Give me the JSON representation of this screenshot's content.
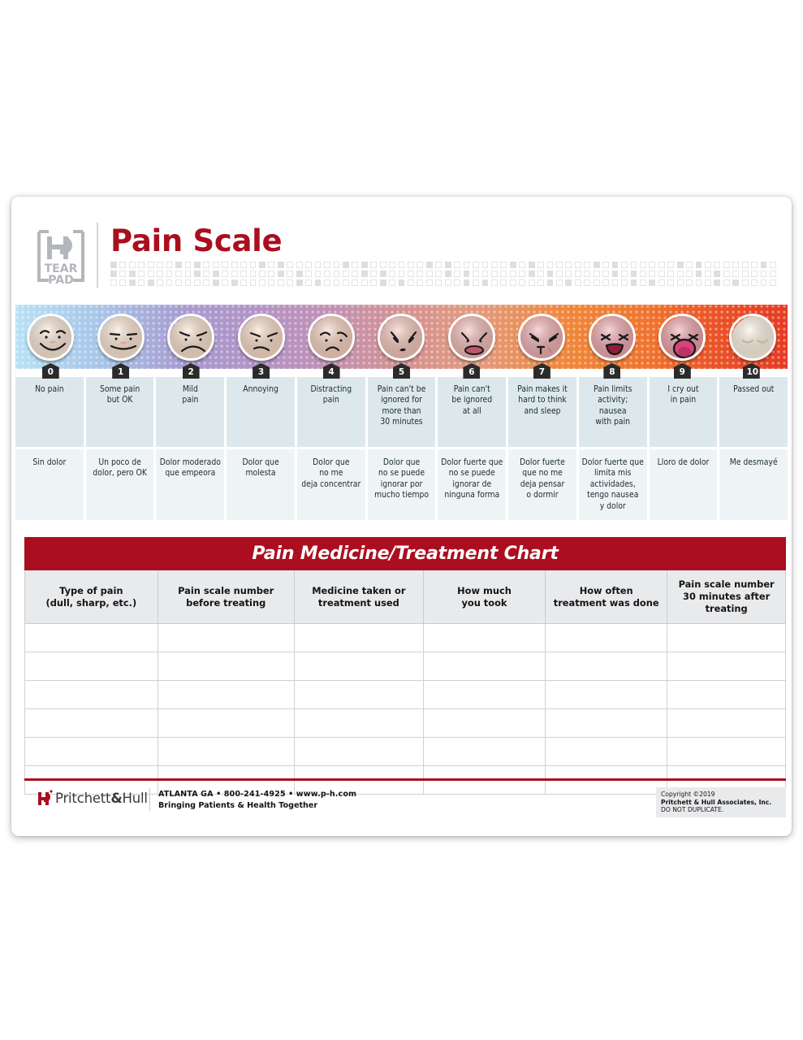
{
  "header": {
    "tearpad_logo": "tear-pad-logo",
    "tearpad_line1": "TEAR",
    "tearpad_line2": "PAD",
    "title": "Pain Scale"
  },
  "scale": {
    "numbers": [
      "0",
      "1",
      "2",
      "3",
      "4",
      "5",
      "6",
      "7",
      "8",
      "9",
      "10"
    ],
    "english": [
      "No pain",
      "Some pain\nbut OK",
      "Mild\npain",
      "Annoying",
      "Distracting\npain",
      "Pain can't be\nignored for\nmore than\n30 minutes",
      "Pain can't\nbe ignored\nat all",
      "Pain makes it\nhard to think\nand sleep",
      "Pain limits\nactivity;\nnausea\nwith pain",
      "I cry out\nin pain",
      "Passed out"
    ],
    "spanish": [
      "Sin dolor",
      "Un poco de\ndolor, pero OK",
      "Dolor moderado\nque empeora",
      "Dolor que\nmolesta",
      "Dolor que\nno me\ndeja concentrar",
      "Dolor que\nno se puede\nignorar por\nmucho tiempo",
      "Dolor fuerte que\nno se puede\nignorar de\nninguna forma",
      "Dolor fuerte\nque no me\ndeja pensar\no dormir",
      "Dolor fuerte que\nlimita mis\nactividades,\ntengo nausea\ny dolor",
      "Lloro de dolor",
      "Me desmayé"
    ],
    "faces": [
      "face-big-smile",
      "face-slight-smile",
      "face-frown",
      "face-worried-smirk",
      "face-annoyed",
      "face-distressed",
      "face-grimace-open",
      "face-crying",
      "face-shouting",
      "face-screaming",
      "face-unconscious"
    ],
    "gradient_start": "#b8e2f5",
    "gradient_mid": "#b294c6",
    "gradient_end": "#e53b24"
  },
  "treatment_chart": {
    "title": "Pain Medicine/Treatment Chart",
    "title_bg": "#ab0e20",
    "columns": [
      "Type of pain\n(dull, sharp, etc.)",
      "Pain scale number\nbefore treating",
      "Medicine taken or\ntreatment used",
      "How much\nyou took",
      "How often\ntreatment was done",
      "Pain scale number\n30 minutes after treating"
    ],
    "rows": [
      [
        "",
        "",
        "",
        "",
        "",
        ""
      ],
      [
        "",
        "",
        "",
        "",
        "",
        ""
      ],
      [
        "",
        "",
        "",
        "",
        "",
        ""
      ],
      [
        "",
        "",
        "",
        "",
        "",
        ""
      ],
      [
        "",
        "",
        "",
        "",
        "",
        ""
      ],
      [
        "",
        "",
        "",
        "",
        "",
        ""
      ]
    ]
  },
  "footer": {
    "brand_first": "Pritchett",
    "brand_amp": "&",
    "brand_last": "Hull",
    "contact": "ATLANTA  GA • 800-241-4925 • www.p-h.com",
    "tagline": "Bringing Patients & Health Together",
    "copyright_line1": "Copyright ©2019",
    "copyright_line2": "Pritchett & Hull Associates, Inc.",
    "copyright_line3": "DO NOT DUPLICATE."
  }
}
